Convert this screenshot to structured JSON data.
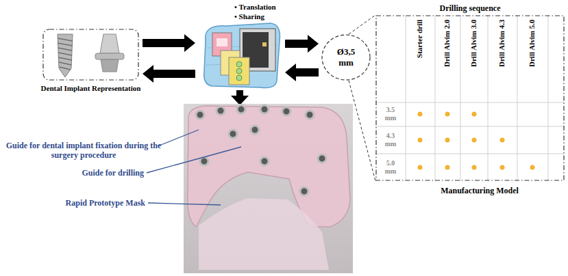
{
  "diagram": {
    "nodes": [
      {
        "text": [
          "Dental Implant Representation"
        ]
      },
      {
        "text": [
          "• Translation",
          "• Sharing"
        ]
      },
      {
        "text": [
          "Ø3,5 mm"
        ]
      },
      {
        "text": [
          "Drilling sequence",
          "Manufacturing Model"
        ]
      }
    ],
    "edges": [
      {
        "from": 0,
        "to": 1,
        "arrow": "to"
      },
      {
        "from": 1,
        "to": 0,
        "arrow": "to"
      },
      {
        "from": 1,
        "to": 2,
        "arrow": "to"
      },
      {
        "from": 2,
        "to": 1,
        "arrow": "to"
      },
      {
        "from": 2,
        "to": 3,
        "arrow": "none"
      }
    ],
    "labels": [
      "Starter drill",
      "Drill Alvim 2.0",
      "Drill Alvim 3.0",
      "Drill Alvim 4.3",
      "Drill Alvim 5.0",
      "3.5 mm",
      "4.3 mm",
      "5.0 mm",
      "Guide for dental implant fixation during the surgery procedure",
      "Guide for drilling",
      "Rapid Prototype Mask"
    ]
  }
}
